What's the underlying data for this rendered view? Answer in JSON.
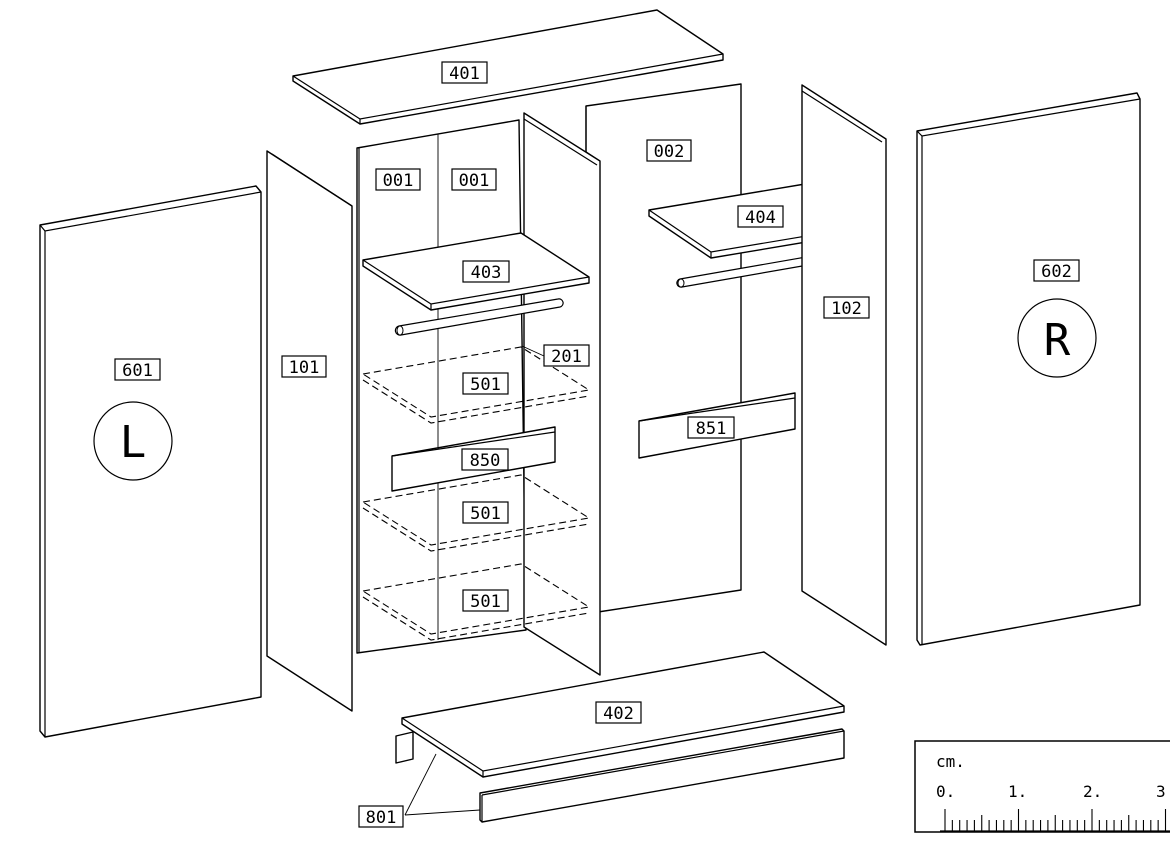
{
  "labels": {
    "p401": "401",
    "p001a": "001",
    "p001b": "001",
    "p002": "002",
    "p404": "404",
    "p403": "403",
    "p601": "601",
    "p101": "101",
    "p201": "201",
    "p501a": "501",
    "p850": "850",
    "p501b": "501",
    "p501c": "501",
    "p851": "851",
    "p102": "102",
    "p602": "602",
    "p402": "402",
    "p801": "801"
  },
  "side_marks": {
    "left": "L",
    "right": "R"
  },
  "scale": {
    "unit": "cm.",
    "ticks": [
      "0.",
      "1.",
      "2.",
      "3"
    ]
  }
}
